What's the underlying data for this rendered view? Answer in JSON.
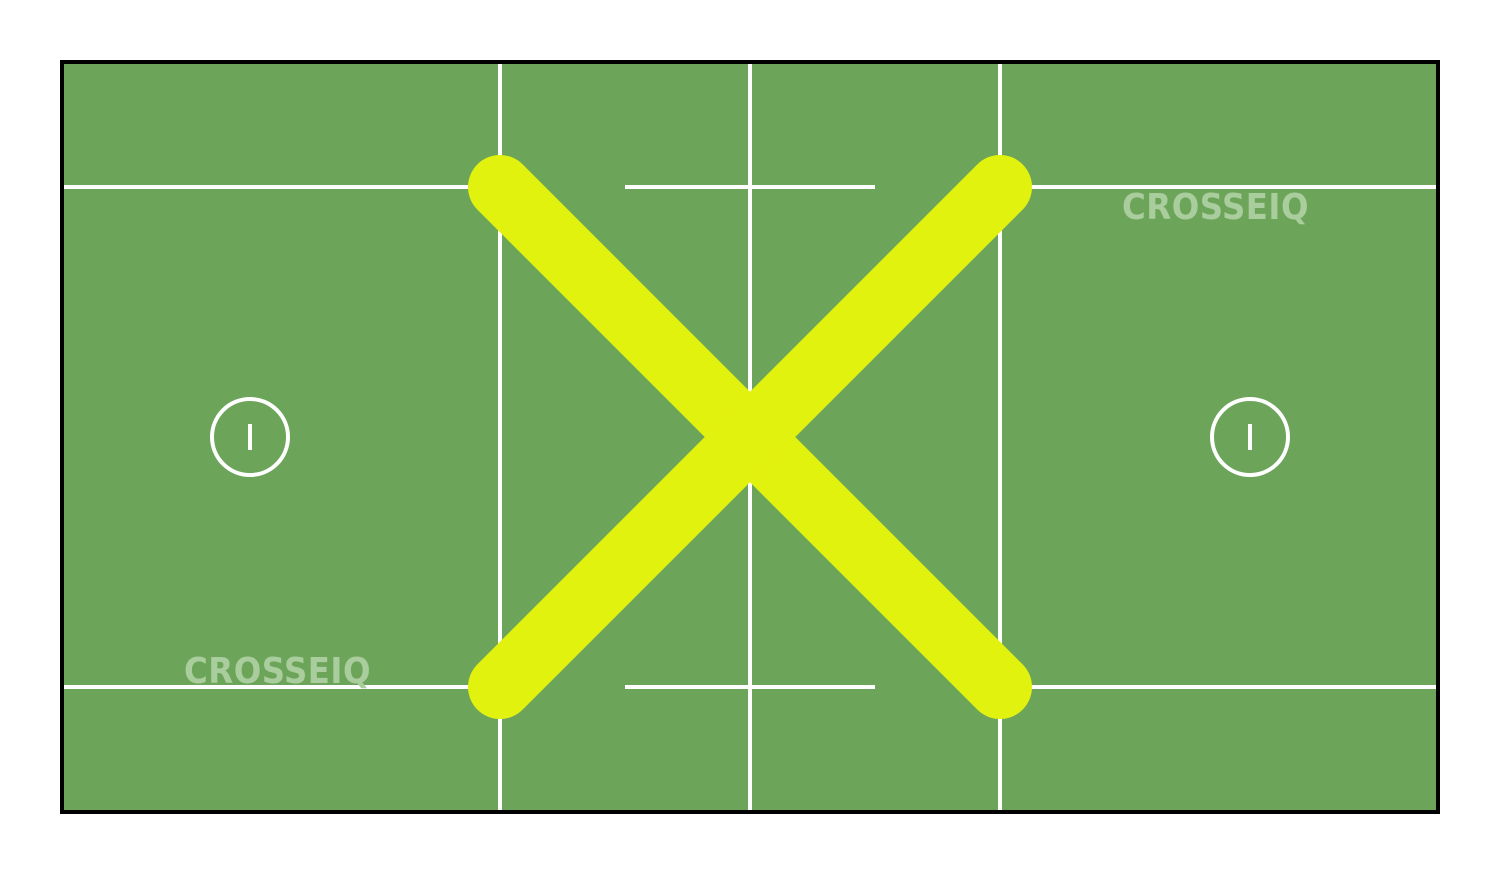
{
  "field": {
    "type": "lacrosse-field",
    "surface_color": "#6ca55a",
    "border_color": "#000000",
    "line_color": "#ffffff",
    "watermark_color": "#a9cd9c"
  },
  "watermarks": [
    {
      "text": "CROSSEIQ"
    },
    {
      "text": "CROSSEIQ"
    }
  ],
  "overlay": {
    "shape": "X",
    "color": "#e2f20f"
  }
}
